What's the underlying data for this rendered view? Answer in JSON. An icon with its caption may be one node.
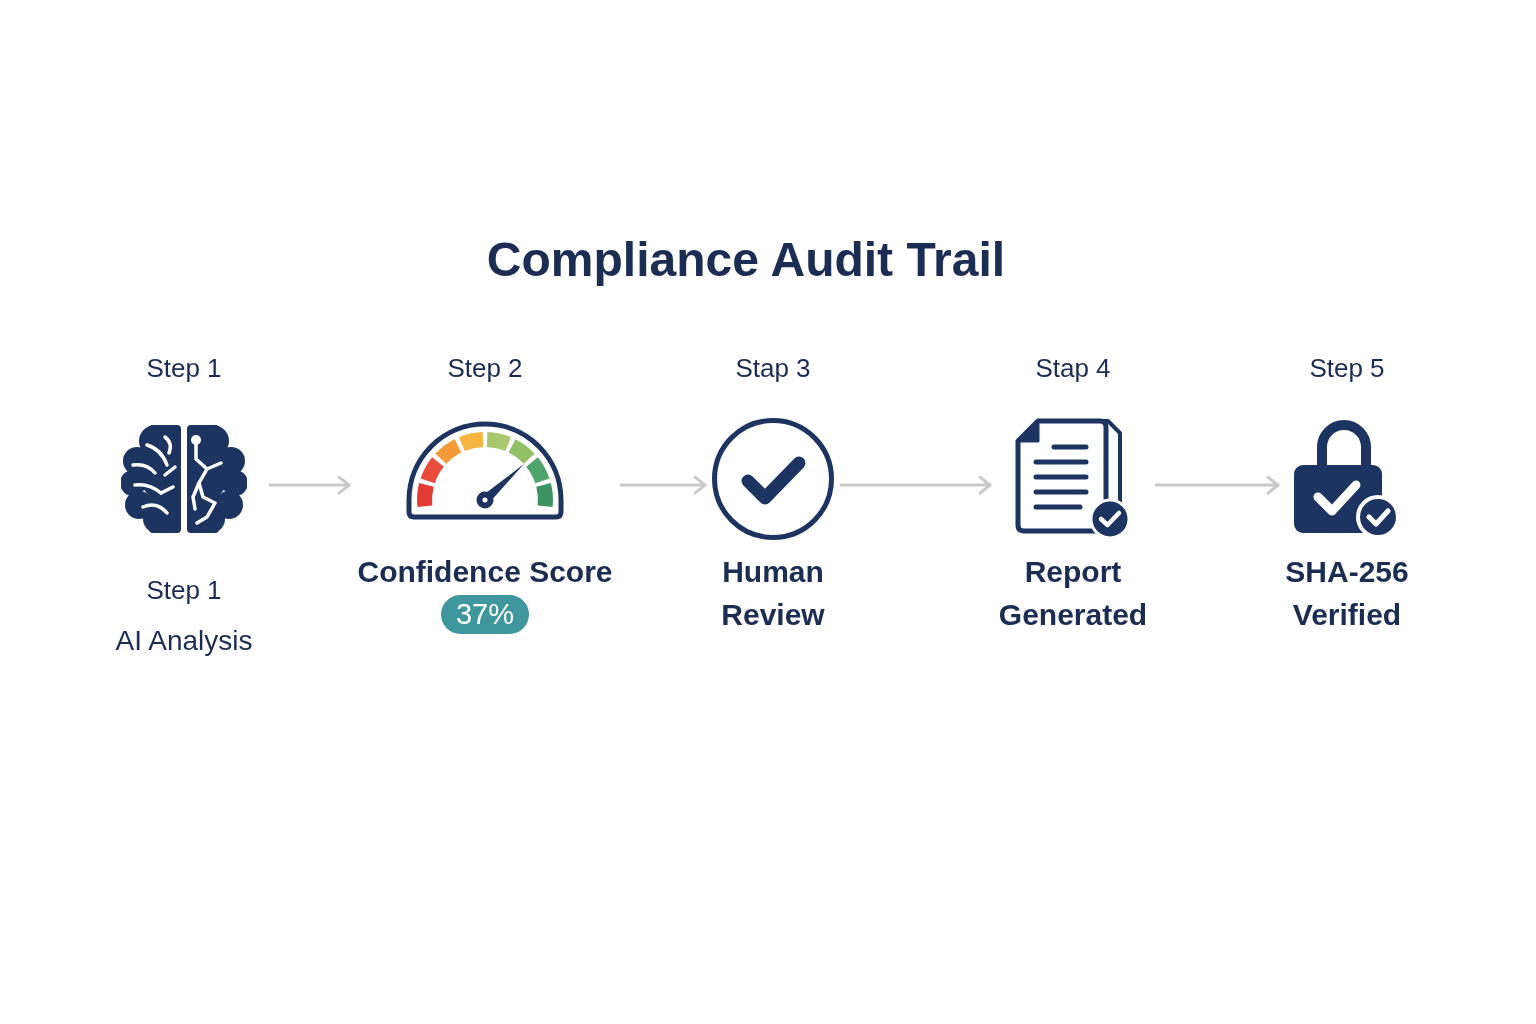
{
  "diagram": {
    "title": "Compliance Audit Trail",
    "nodes": [
      {
        "text": [
          "Step 1",
          "Step 1",
          "AI Analysis"
        ]
      },
      {
        "text": [
          "Step 2",
          "Confidence Score"
        ]
      },
      {
        "text": [
          "37%"
        ]
      },
      {
        "text": [
          "Stap 3",
          "Human Review"
        ]
      },
      {
        "text": [
          "Stap 4",
          "Report Generated"
        ]
      },
      {
        "text": [
          "Step 5",
          "SHA-256 Verified"
        ]
      }
    ],
    "edges": [
      {
        "from": 0,
        "to": 1,
        "arrow": "to"
      },
      {
        "from": 1,
        "to": 3,
        "arrow": "to"
      },
      {
        "from": 3,
        "to": 4,
        "arrow": "to"
      },
      {
        "from": 4,
        "to": 5,
        "arrow": "to"
      }
    ]
  }
}
